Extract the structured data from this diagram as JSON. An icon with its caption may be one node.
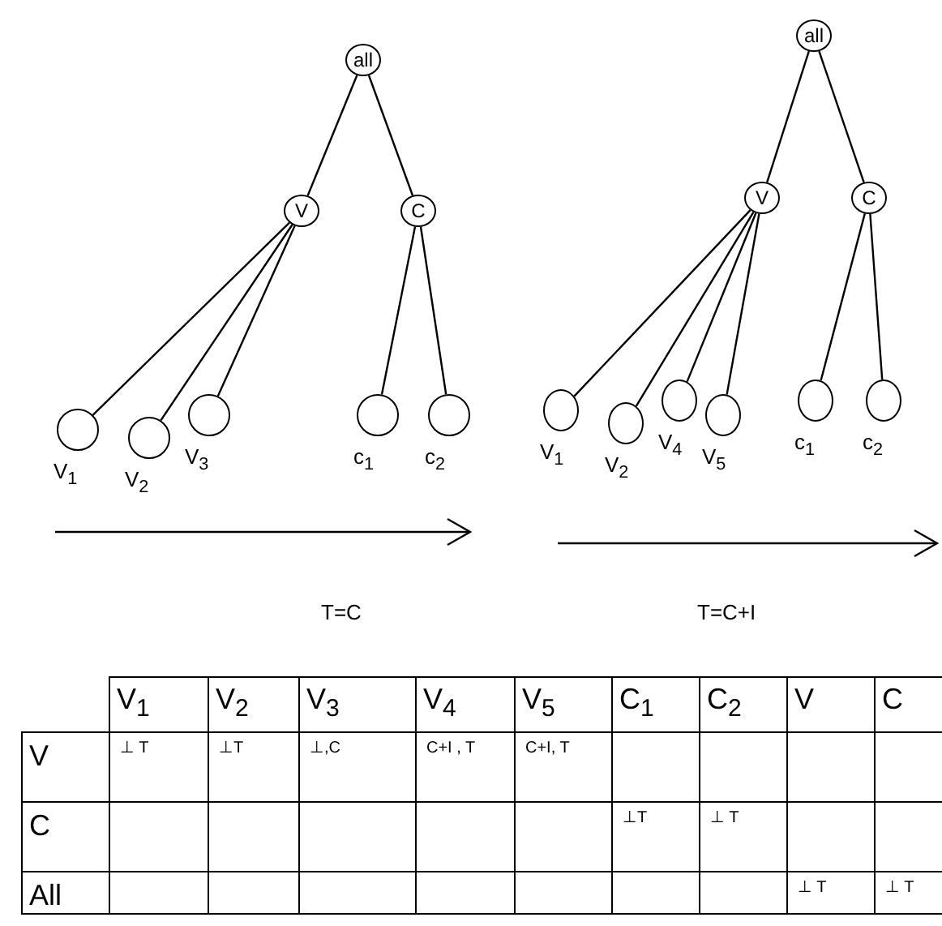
{
  "diagram": {
    "nodes": [
      {
        "text": [
          "all"
        ]
      },
      {
        "text": [
          "V"
        ]
      },
      {
        "text": [
          "C"
        ]
      },
      {
        "text": [],
        "shape": "circle",
        "beside": [
          "V$_{1}$"
        ]
      },
      {
        "text": [],
        "shape": "circle",
        "beside": [
          "V$_{2}$"
        ]
      },
      {
        "text": [],
        "shape": "circle",
        "beside": [
          "V$_{3}$"
        ]
      },
      {
        "text": [],
        "shape": "circle",
        "beside": [
          "c$_{1}$"
        ]
      },
      {
        "text": [],
        "shape": "circle",
        "beside": [
          "c$_{2}$"
        ]
      },
      {
        "text": [
          "all"
        ]
      },
      {
        "text": [
          "V"
        ]
      },
      {
        "text": [
          "C"
        ]
      },
      {
        "text": [],
        "shape": "circle",
        "beside": [
          "V$_{1}$"
        ]
      },
      {
        "text": [],
        "shape": "circle",
        "beside": [
          "V$_{2}$"
        ]
      },
      {
        "text": [],
        "shape": "circle",
        "beside": [
          "V$_{4}$"
        ]
      },
      {
        "text": [],
        "shape": "circle",
        "beside": [
          "V$_{5}$"
        ]
      },
      {
        "text": [],
        "shape": "circle",
        "beside": [
          "c$_{1}$"
        ]
      },
      {
        "text": [],
        "shape": "circle",
        "beside": [
          "c$_{2}$"
        ]
      }
    ],
    "edges": [
      {
        "from": 0,
        "to": 1,
        "arrow": "none"
      },
      {
        "from": 0,
        "to": 2,
        "arrow": "none"
      },
      {
        "from": 1,
        "to": 3,
        "arrow": "none"
      },
      {
        "from": 1,
        "to": 4,
        "arrow": "none"
      },
      {
        "from": 1,
        "to": 5,
        "arrow": "none"
      },
      {
        "from": 2,
        "to": 6,
        "arrow": "none"
      },
      {
        "from": 2,
        "to": 7,
        "arrow": "none"
      },
      {
        "from": 8,
        "to": 9,
        "arrow": "none"
      },
      {
        "from": 8,
        "to": 10,
        "arrow": "none"
      },
      {
        "from": 9,
        "to": 11,
        "arrow": "none"
      },
      {
        "from": 9,
        "to": 12,
        "arrow": "none"
      },
      {
        "from": 9,
        "to": 13,
        "arrow": "none"
      },
      {
        "from": 9,
        "to": 14,
        "arrow": "none"
      },
      {
        "from": 10,
        "to": 15,
        "arrow": "none"
      },
      {
        "from": 10,
        "to": 16,
        "arrow": "none"
      }
    ],
    "labels": [
      "T=C",
      "T=C+I",
      "V$_{1}$",
      "V$_{2}$",
      "V$_{3}$",
      "V$_{4}$",
      "V$_{5}$",
      "C$_{1}$",
      "C$_{2}$",
      "V",
      "C",
      "V",
      "⊥ T",
      "⊥T",
      "⊥,C",
      "C+I , T",
      "C+I, T",
      "C",
      "⊥T",
      "⊥ T",
      "All",
      "⊥ T",
      "⊥ T"
    ]
  }
}
